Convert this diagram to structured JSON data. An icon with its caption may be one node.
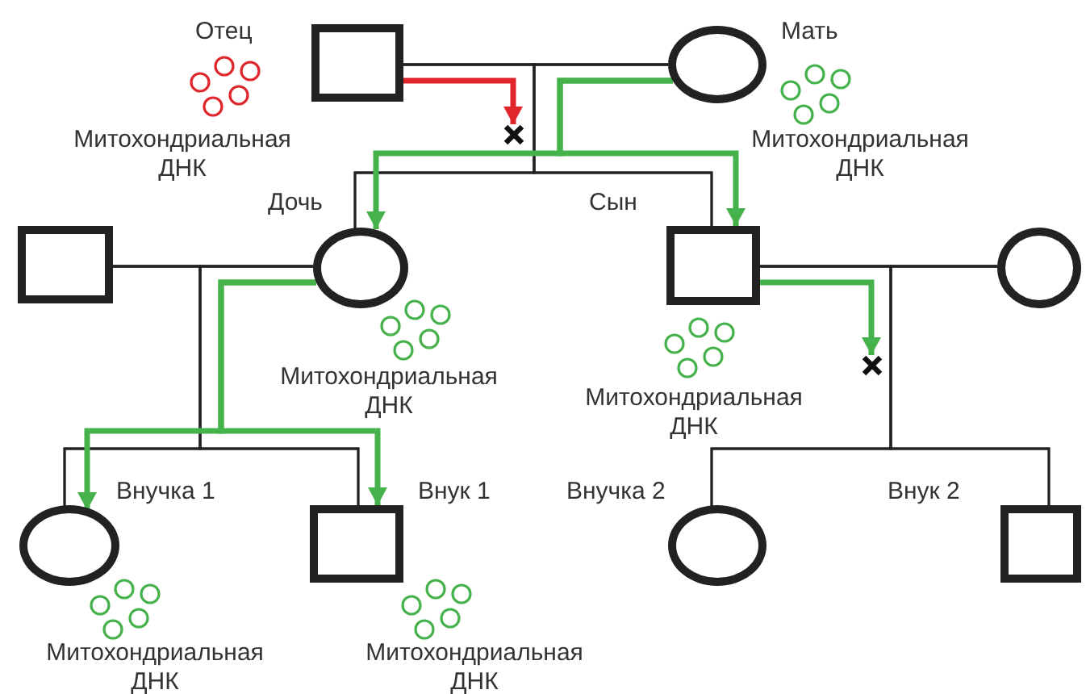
{
  "diagram": {
    "nodes": [
      {
        "text": [
          "Отец"
        ],
        "beside": [
          "Митохондриальная ДНК"
        ]
      },
      {
        "text": [
          "Мать"
        ],
        "beside": [
          "Митохондриальная ДНК"
        ]
      },
      {
        "text": [],
        "shape": "box"
      },
      {
        "text": [
          "Дочь"
        ],
        "beside": [
          "Митохондриальная ДНК"
        ]
      },
      {
        "text": [
          "Сын"
        ],
        "beside": [
          "Митохондриальная ДНК"
        ]
      },
      {
        "text": [],
        "shape": "circle"
      },
      {
        "text": [
          "Внучка 1"
        ],
        "beside": [
          "Митохондриальная ДНК"
        ]
      },
      {
        "text": [
          "Внук 1"
        ],
        "beside": [
          "Митохондриальная ДНК"
        ]
      },
      {
        "text": [
          "Внучка 2"
        ]
      },
      {
        "text": [
          "Внук 2"
        ]
      },
      {
        "text": [],
        "shape": "cross"
      },
      {
        "text": [],
        "shape": "cross"
      }
    ],
    "edges": [
      {
        "from": 0,
        "to": 1,
        "arrow": "none"
      },
      {
        "from": 0,
        "to": 3,
        "arrow": "none"
      },
      {
        "from": 1,
        "to": 3,
        "arrow": "none"
      },
      {
        "from": 0,
        "to": 4,
        "arrow": "none"
      },
      {
        "from": 1,
        "to": 4,
        "arrow": "none"
      },
      {
        "from": 2,
        "to": 3,
        "arrow": "none"
      },
      {
        "from": 2,
        "to": 6,
        "arrow": "none"
      },
      {
        "from": 3,
        "to": 6,
        "arrow": "none"
      },
      {
        "from": 2,
        "to": 7,
        "arrow": "none"
      },
      {
        "from": 3,
        "to": 7,
        "arrow": "none"
      },
      {
        "from": 4,
        "to": 5,
        "arrow": "none"
      },
      {
        "from": 4,
        "to": 8,
        "arrow": "none"
      },
      {
        "from": 5,
        "to": 8,
        "arrow": "none"
      },
      {
        "from": 4,
        "to": 9,
        "arrow": "none"
      },
      {
        "from": 5,
        "to": 9,
        "arrow": "none"
      },
      {
        "from": 0,
        "to": 10,
        "arrow": "to",
        "style": "thick",
        "color": "#e0262a"
      },
      {
        "from": 1,
        "to": 3,
        "arrow": "to",
        "style": "thick",
        "color": "#46b24c"
      },
      {
        "from": 1,
        "to": 4,
        "arrow": "to",
        "style": "thick",
        "color": "#46b24c"
      },
      {
        "from": 3,
        "to": 6,
        "arrow": "to",
        "style": "thick",
        "color": "#46b24c"
      },
      {
        "from": 3,
        "to": 7,
        "arrow": "to",
        "style": "thick",
        "color": "#46b24c"
      },
      {
        "from": 4,
        "to": 11,
        "arrow": "to",
        "style": "thick",
        "color": "#46b24c"
      }
    ]
  }
}
